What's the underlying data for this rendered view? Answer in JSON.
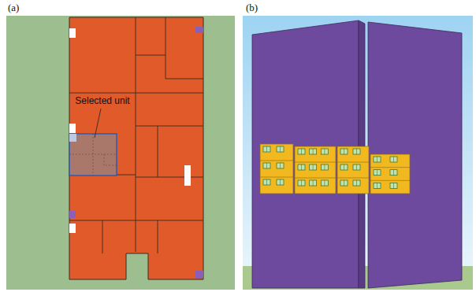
{
  "diagram": {
    "labels": [
      "(a)",
      "(b)",
      "Selected unit"
    ]
  }
}
